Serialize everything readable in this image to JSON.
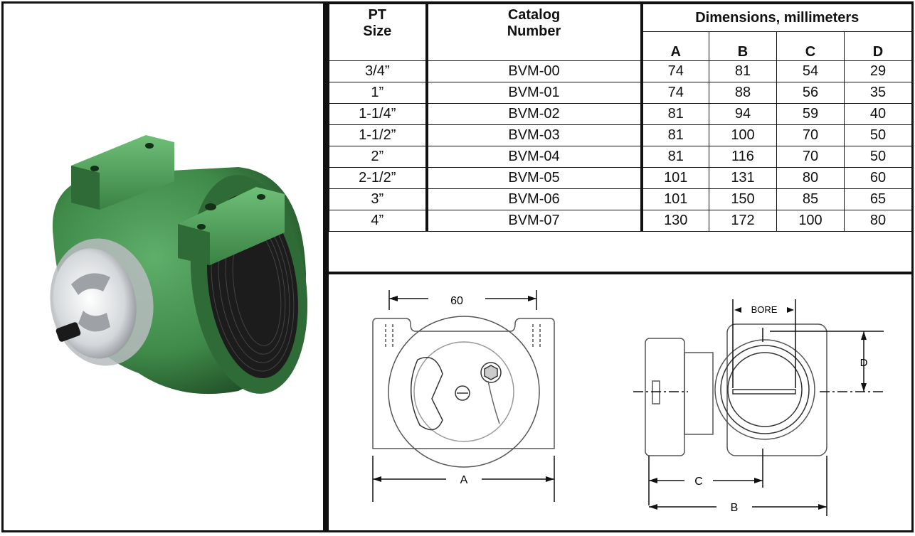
{
  "table": {
    "headers": {
      "pt_size": "PT\nSize",
      "pt_line1": "PT",
      "pt_line2": "Size",
      "catalog_line1": "Catalog",
      "catalog_line2": "Number",
      "dimensions": "Dimensions, millimeters",
      "cols": [
        "A",
        "B",
        "C",
        "D"
      ]
    },
    "rows": [
      {
        "size": "3/4”",
        "catalog": "BVM-00",
        "a": "74",
        "b": "81",
        "c": "54",
        "d": "29"
      },
      {
        "size": "1”",
        "catalog": "BVM-01",
        "a": "74",
        "b": "88",
        "c": "56",
        "d": "35"
      },
      {
        "size": "1-1/4”",
        "catalog": "BVM-02",
        "a": "81",
        "b": "94",
        "c": "59",
        "d": "40"
      },
      {
        "size": "1-1/2”",
        "catalog": "BVM-03",
        "a": "81",
        "b": "100",
        "c": "70",
        "d": "50"
      },
      {
        "size": "2”",
        "catalog": "BVM-04",
        "a": "81",
        "b": "116",
        "c": "70",
        "d": "50"
      },
      {
        "size": "2-1/2”",
        "catalog": "BVM-05",
        "a": "101",
        "b": "131",
        "c": "80",
        "d": "60"
      },
      {
        "size": "3”",
        "catalog": "BVM-06",
        "a": "101",
        "b": "150",
        "c": "85",
        "d": "65"
      },
      {
        "size": "4”",
        "catalog": "BVM-07",
        "a": "130",
        "b": "172",
        "c": "100",
        "d": "80"
      }
    ]
  },
  "drawing": {
    "front_top_dim": "60",
    "front_bottom_dim": "A",
    "side_bore_label": "BORE",
    "side_d_label": "D",
    "side_c_label": "C",
    "side_b_label": "B"
  },
  "colors": {
    "valve_body": "#3f8a49",
    "valve_body_dark": "#2a5e30",
    "cap": "#d9dcdf"
  }
}
